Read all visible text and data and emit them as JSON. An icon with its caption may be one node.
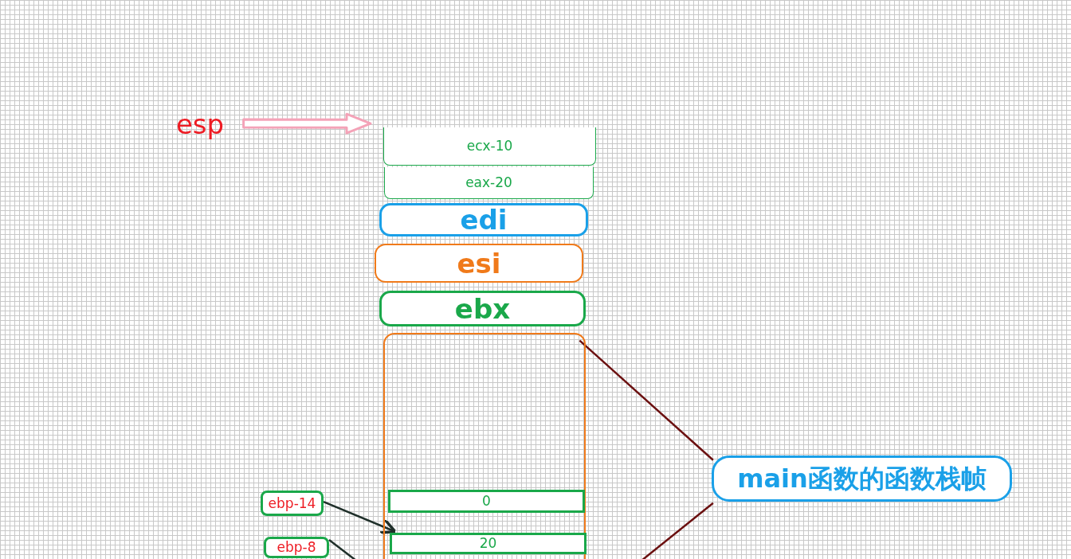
{
  "diagram": {
    "nodes": [
      {
        "text": [
          "esp"
        ]
      },
      {
        "text": [
          "ecx-10"
        ]
      },
      {
        "text": [
          "eax-20"
        ]
      },
      {
        "text": [
          "edi"
        ]
      },
      {
        "text": [
          "esi"
        ]
      },
      {
        "text": [
          "ebx"
        ]
      },
      {
        "text": [],
        "shape": "box"
      },
      {
        "text": [
          "0"
        ],
        "in": 6
      },
      {
        "text": [
          "20"
        ],
        "in": 6
      },
      {
        "text": [
          "main函数的函数栈帧"
        ]
      },
      {
        "text": [
          "ebp-14"
        ]
      },
      {
        "text": [
          "ebp-8"
        ]
      }
    ],
    "edges": [
      {
        "from": 0,
        "to": 1,
        "arrow": "to",
        "style": "thick",
        "color": "#f4a3b8"
      },
      {
        "from": 9,
        "to": 6,
        "arrow": "none",
        "color": "#6b1010"
      },
      {
        "from": 9,
        "to": null,
        "arrow": "none",
        "color": "#6b1010"
      },
      {
        "from": 10,
        "to": 8,
        "arrow": "to"
      },
      {
        "from": 11,
        "to": null,
        "arrow": "none"
      }
    ]
  }
}
